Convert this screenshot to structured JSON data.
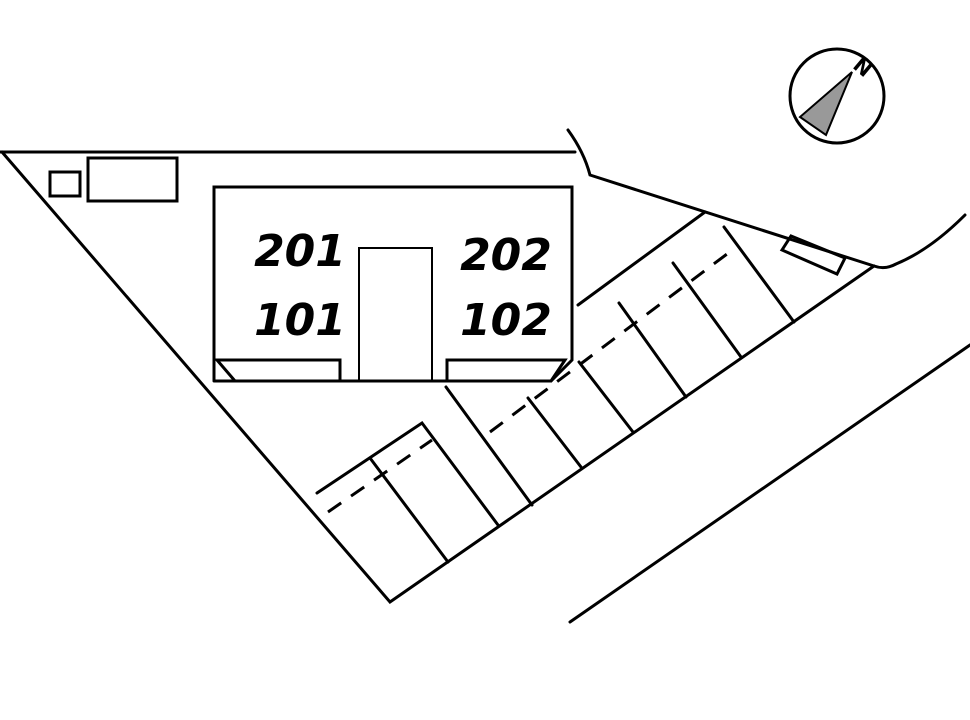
{
  "site_plan": {
    "units": {
      "upper_left": "201",
      "upper_right": "202",
      "lower_left": "101",
      "lower_right": "102"
    },
    "compass": {
      "label": "N"
    },
    "colors": {
      "line": "#000000",
      "background": "#ffffff",
      "compass_fill": "#999999"
    }
  }
}
